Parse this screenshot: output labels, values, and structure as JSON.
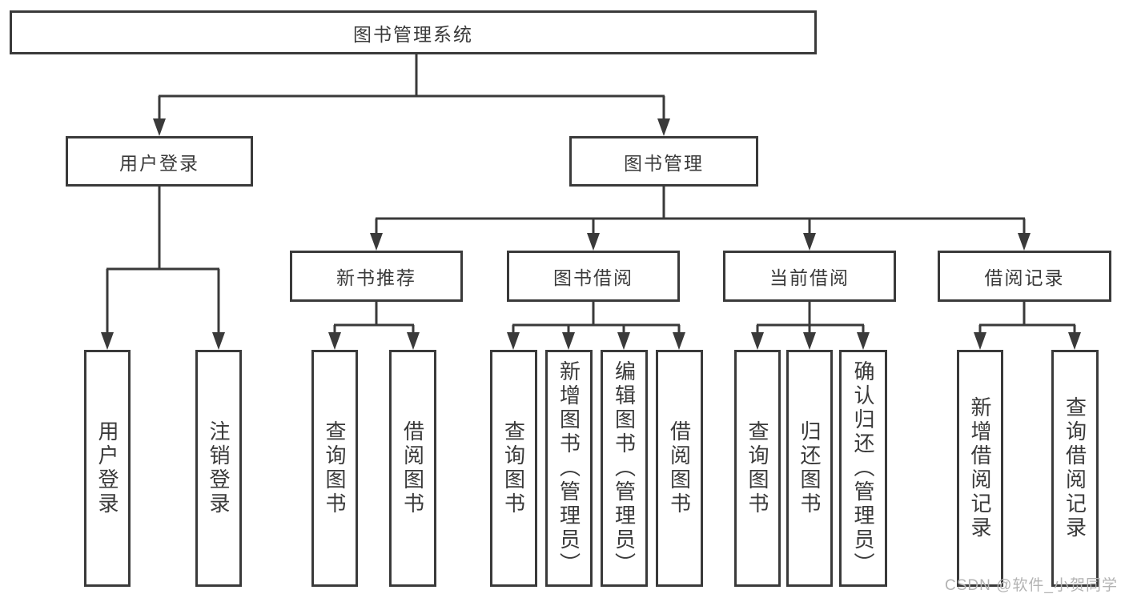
{
  "diagram_title": "图书管理系统",
  "tree": {
    "label": "图书管理系统",
    "children": [
      {
        "label": "用户登录",
        "children": [
          {
            "label": "用户登录"
          },
          {
            "label": "注销登录"
          }
        ]
      },
      {
        "label": "图书管理",
        "children": [
          {
            "label": "新书推荐",
            "children": [
              {
                "label": "查询图书"
              },
              {
                "label": "借阅图书"
              }
            ]
          },
          {
            "label": "图书借阅",
            "children": [
              {
                "label": "查询图书"
              },
              {
                "label": "新增图书（管理员）"
              },
              {
                "label": "编辑图书（管理员）"
              },
              {
                "label": "借阅图书"
              }
            ]
          },
          {
            "label": "当前借阅",
            "children": [
              {
                "label": "查询图书"
              },
              {
                "label": "归还图书"
              },
              {
                "label": "确认归还（管理员）"
              }
            ]
          },
          {
            "label": "借阅记录",
            "children": [
              {
                "label": "新增借阅记录"
              },
              {
                "label": "查询借阅记录"
              }
            ]
          }
        ]
      }
    ]
  },
  "watermark": {
    "text": "CSDN @软件_小贺同学"
  },
  "colors": {
    "line": "#3a3a3a",
    "box_border": "#3a3a3a",
    "box_background": "#ffffff",
    "text": "#3a3a3a",
    "watermark": "#b3b3b3"
  }
}
